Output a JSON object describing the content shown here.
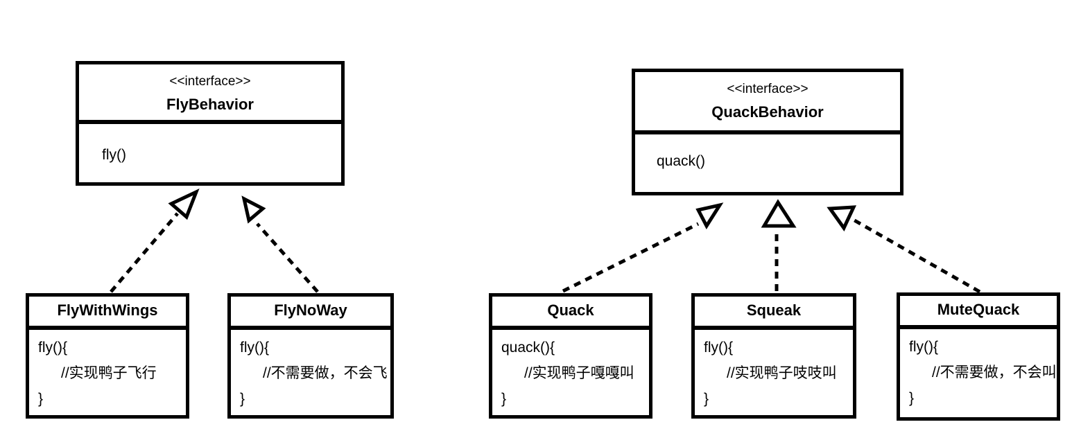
{
  "colors": {
    "stroke": "#000000",
    "background": "#ffffff"
  },
  "left_hierarchy": {
    "interface": {
      "stereotype": "<<interface>>",
      "name": "FlyBehavior",
      "method": "fly()"
    },
    "implementations": [
      {
        "name": "FlyWithWings",
        "code": [
          "fly(){",
          "//实现鸭子飞行",
          "}"
        ]
      },
      {
        "name": "FlyNoWay",
        "code": [
          "fly(){",
          "//不需要做，不会飞",
          "}"
        ]
      }
    ]
  },
  "right_hierarchy": {
    "interface": {
      "stereotype": "<<interface>>",
      "name": "QuackBehavior",
      "method": "quack()"
    },
    "implementations": [
      {
        "name": "Quack",
        "code": [
          "quack(){",
          "//实现鸭子嘎嘎叫",
          "}"
        ]
      },
      {
        "name": "Squeak",
        "code": [
          "fly(){",
          "//实现鸭子吱吱叫",
          "}"
        ]
      },
      {
        "name": "MuteQuack",
        "code": [
          "fly(){",
          "//不需要做，不会叫",
          "}"
        ]
      }
    ]
  }
}
